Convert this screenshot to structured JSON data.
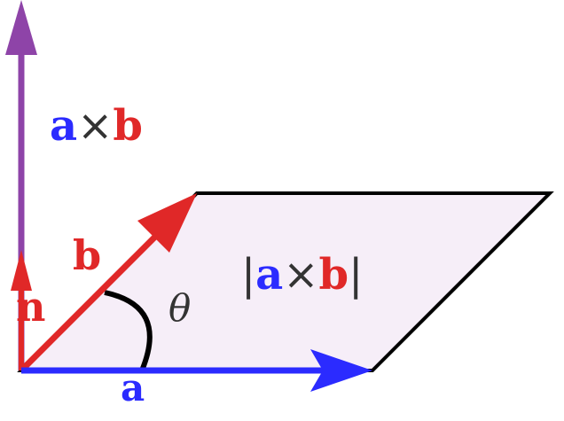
{
  "labels": {
    "cross_a": "a",
    "cross_times": "×",
    "cross_b": "b",
    "mag_left_bar": "|",
    "mag_a": "a",
    "mag_times": "×",
    "mag_b": "b",
    "mag_right_bar": "|",
    "vector_b": "b",
    "vector_a": "a",
    "normal_n": "n",
    "angle_theta": "θ"
  },
  "colors": {
    "vector_a": "#2b2bff",
    "vector_b": "#e02828",
    "vector_cross": "#8e44a8",
    "normal_n": "#e02828",
    "parallelogram_fill": "#f6eef8",
    "parallelogram_stroke": "#000000",
    "angle_arc": "#000000",
    "text_dark": "#333333"
  }
}
